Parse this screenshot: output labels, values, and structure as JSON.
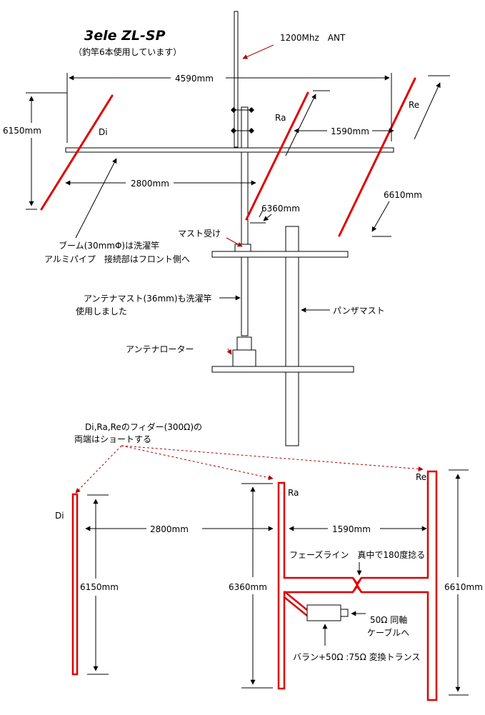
{
  "title": "3ele ZL-SP",
  "subtitle": "（釣竿6本使用しています）",
  "antenna_label": "1200Mhz　ANT",
  "elements": {
    "di": "Di",
    "ra": "Ra",
    "re": "Re"
  },
  "dimensions": {
    "boom_length": "4590mm",
    "di_length": "6150mm",
    "ra_length": "6360mm",
    "re_length": "6610mm",
    "di_ra_spacing": "2800mm",
    "ra_re_spacing": "1590mm"
  },
  "notes": {
    "boom_line1": "ブーム(30mmΦ)は洗濯竿",
    "boom_line2": "アルミパイプ　接続部はフロント側へ",
    "mast_holder": "マスト受け",
    "mast_line1": "アンテナマスト(36mm)も洗濯竿",
    "mast_line2": "使用しました",
    "panza_mast": "パンザマスト",
    "rotator": "アンテナローター",
    "feeder_line1": "Di,Ra,Reのフィダー(300Ω)の",
    "feeder_line2": "両端はショートする",
    "phase_line": "フェーズライン　真中で180度捻る",
    "coax_line1": "50Ω 同軸",
    "coax_line2": "ケーブルへ",
    "balun": "バラン+50Ω :75Ω 変換トランス"
  }
}
